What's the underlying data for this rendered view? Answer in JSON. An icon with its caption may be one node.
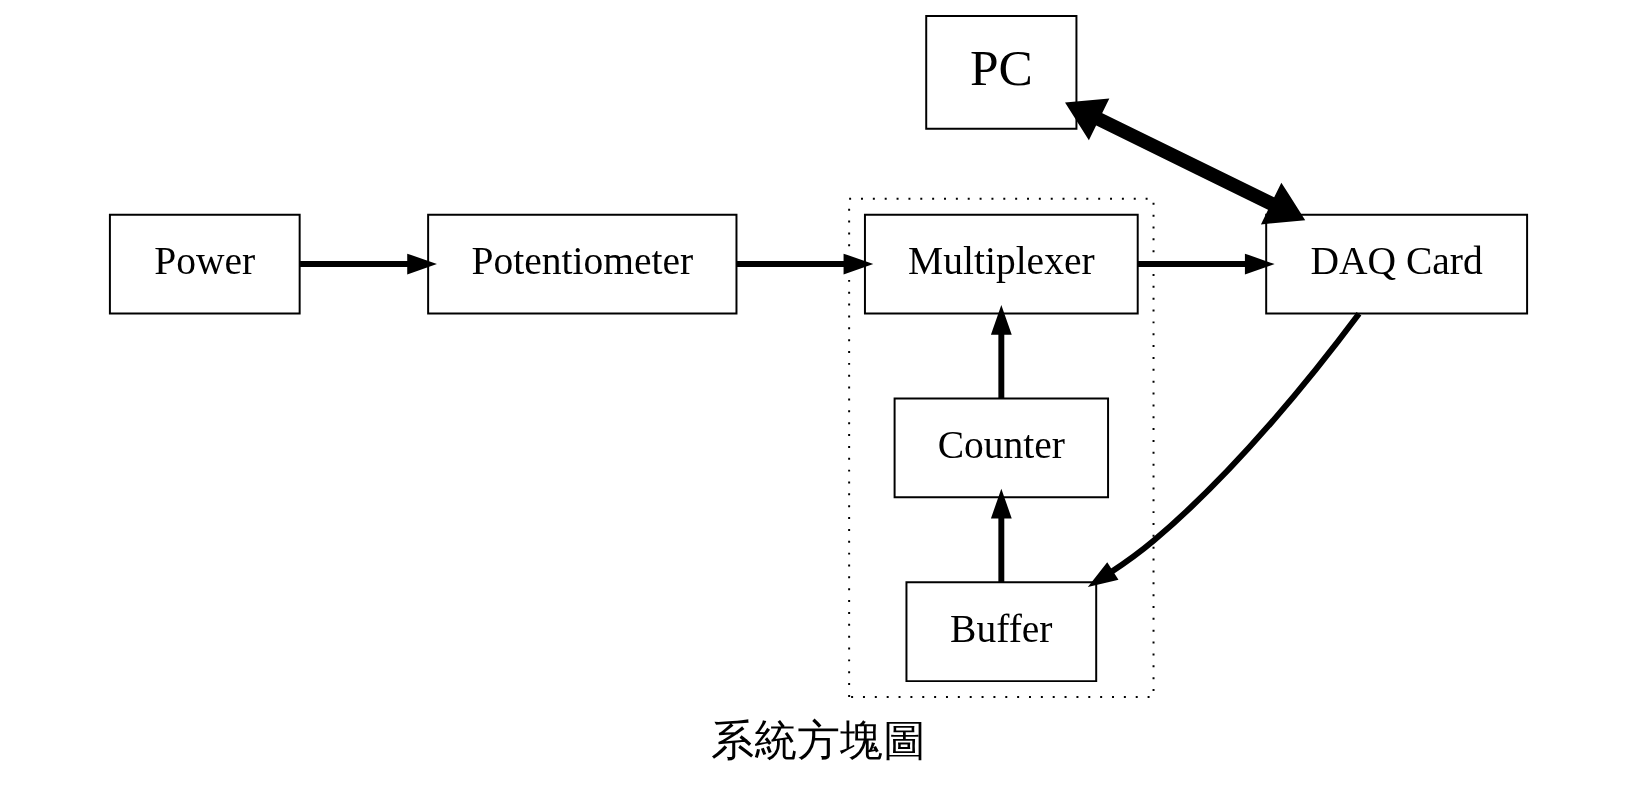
{
  "diagram": {
    "caption": "系統方塊圖",
    "nodes": [
      {
        "text": [],
        "shape": "box"
      },
      {
        "text": [
          "PC"
        ]
      },
      {
        "text": [
          "Buffer"
        ],
        "in": 0
      },
      {
        "text": [
          "Counter"
        ],
        "in": 0
      },
      {
        "text": [
          "Multiplexer"
        ],
        "in": 0
      },
      {
        "text": [
          "DAQ Card"
        ]
      },
      {
        "text": [
          "Power"
        ]
      },
      {
        "text": [
          "Potentiometer"
        ]
      }
    ],
    "edges": [
      {
        "from": 1,
        "to": 5,
        "arrow": "both",
        "style": "thick"
      },
      {
        "from": 5,
        "to": 2,
        "arrow": "to"
      },
      {
        "from": 2,
        "to": 3,
        "arrow": "to"
      },
      {
        "from": 3,
        "to": 4,
        "arrow": "to"
      },
      {
        "from": 7,
        "to": 4,
        "arrow": "to"
      },
      {
        "from": 6,
        "to": 7,
        "arrow": "to"
      },
      {
        "from": 4,
        "to": 5,
        "arrow": "to"
      }
    ]
  }
}
